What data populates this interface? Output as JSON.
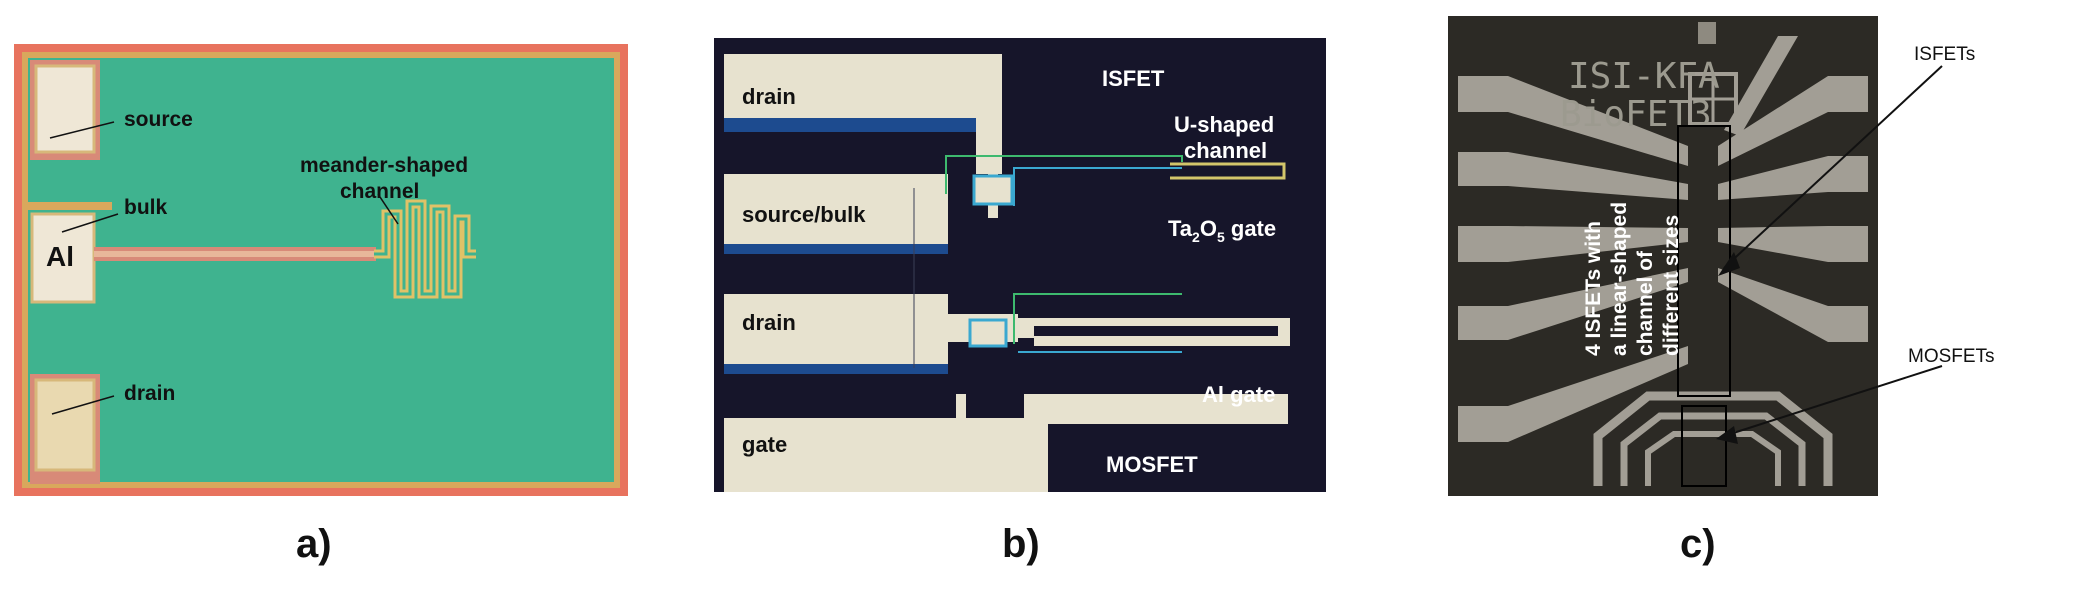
{
  "panel_a": {
    "labels": {
      "source": "source",
      "bulk": "bulk",
      "al": "Al",
      "drain": "drain",
      "meander_line1": "meander-shaped",
      "meander_line2": "channel"
    },
    "caption": "a)"
  },
  "panel_b": {
    "labels": {
      "isfet": "ISFET",
      "drain_top": "drain",
      "source_bulk": "source/bulk",
      "drain_bottom": "drain",
      "gate": "gate",
      "u_shaped_line1": "U-shaped",
      "u_shaped_line2": "channel",
      "ta_gate_prefix": "Ta",
      "ta_gate_sub2": "2",
      "ta_gate_o": "O",
      "ta_gate_sub5": "5",
      "ta_gate_suffix": " gate",
      "al_gate": "Al gate",
      "mosfet": "MOSFET"
    },
    "caption": "b)"
  },
  "panel_c": {
    "labels": {
      "chip_line1": "ISI-KFA",
      "chip_line2": "BioFET3",
      "isfets": "ISFETs",
      "mosfets": "MOSFETs",
      "vertical_line1": "4 ISFETs with",
      "vertical_line2": "a linear-shaped",
      "vertical_line3": "channel of",
      "vertical_line4": "different sizes"
    },
    "caption": "c)"
  },
  "colors": {
    "chip_green": "#3fb38f",
    "chip_border": "#e8735e",
    "pad_fill": "#efe7d6",
    "metal_gold": "#d8b46a",
    "dark_bg": "#16152a",
    "trace_fill": "#e7e2cf",
    "gray_bg": "#2c2a25",
    "gray_trace": "#a29e95"
  }
}
